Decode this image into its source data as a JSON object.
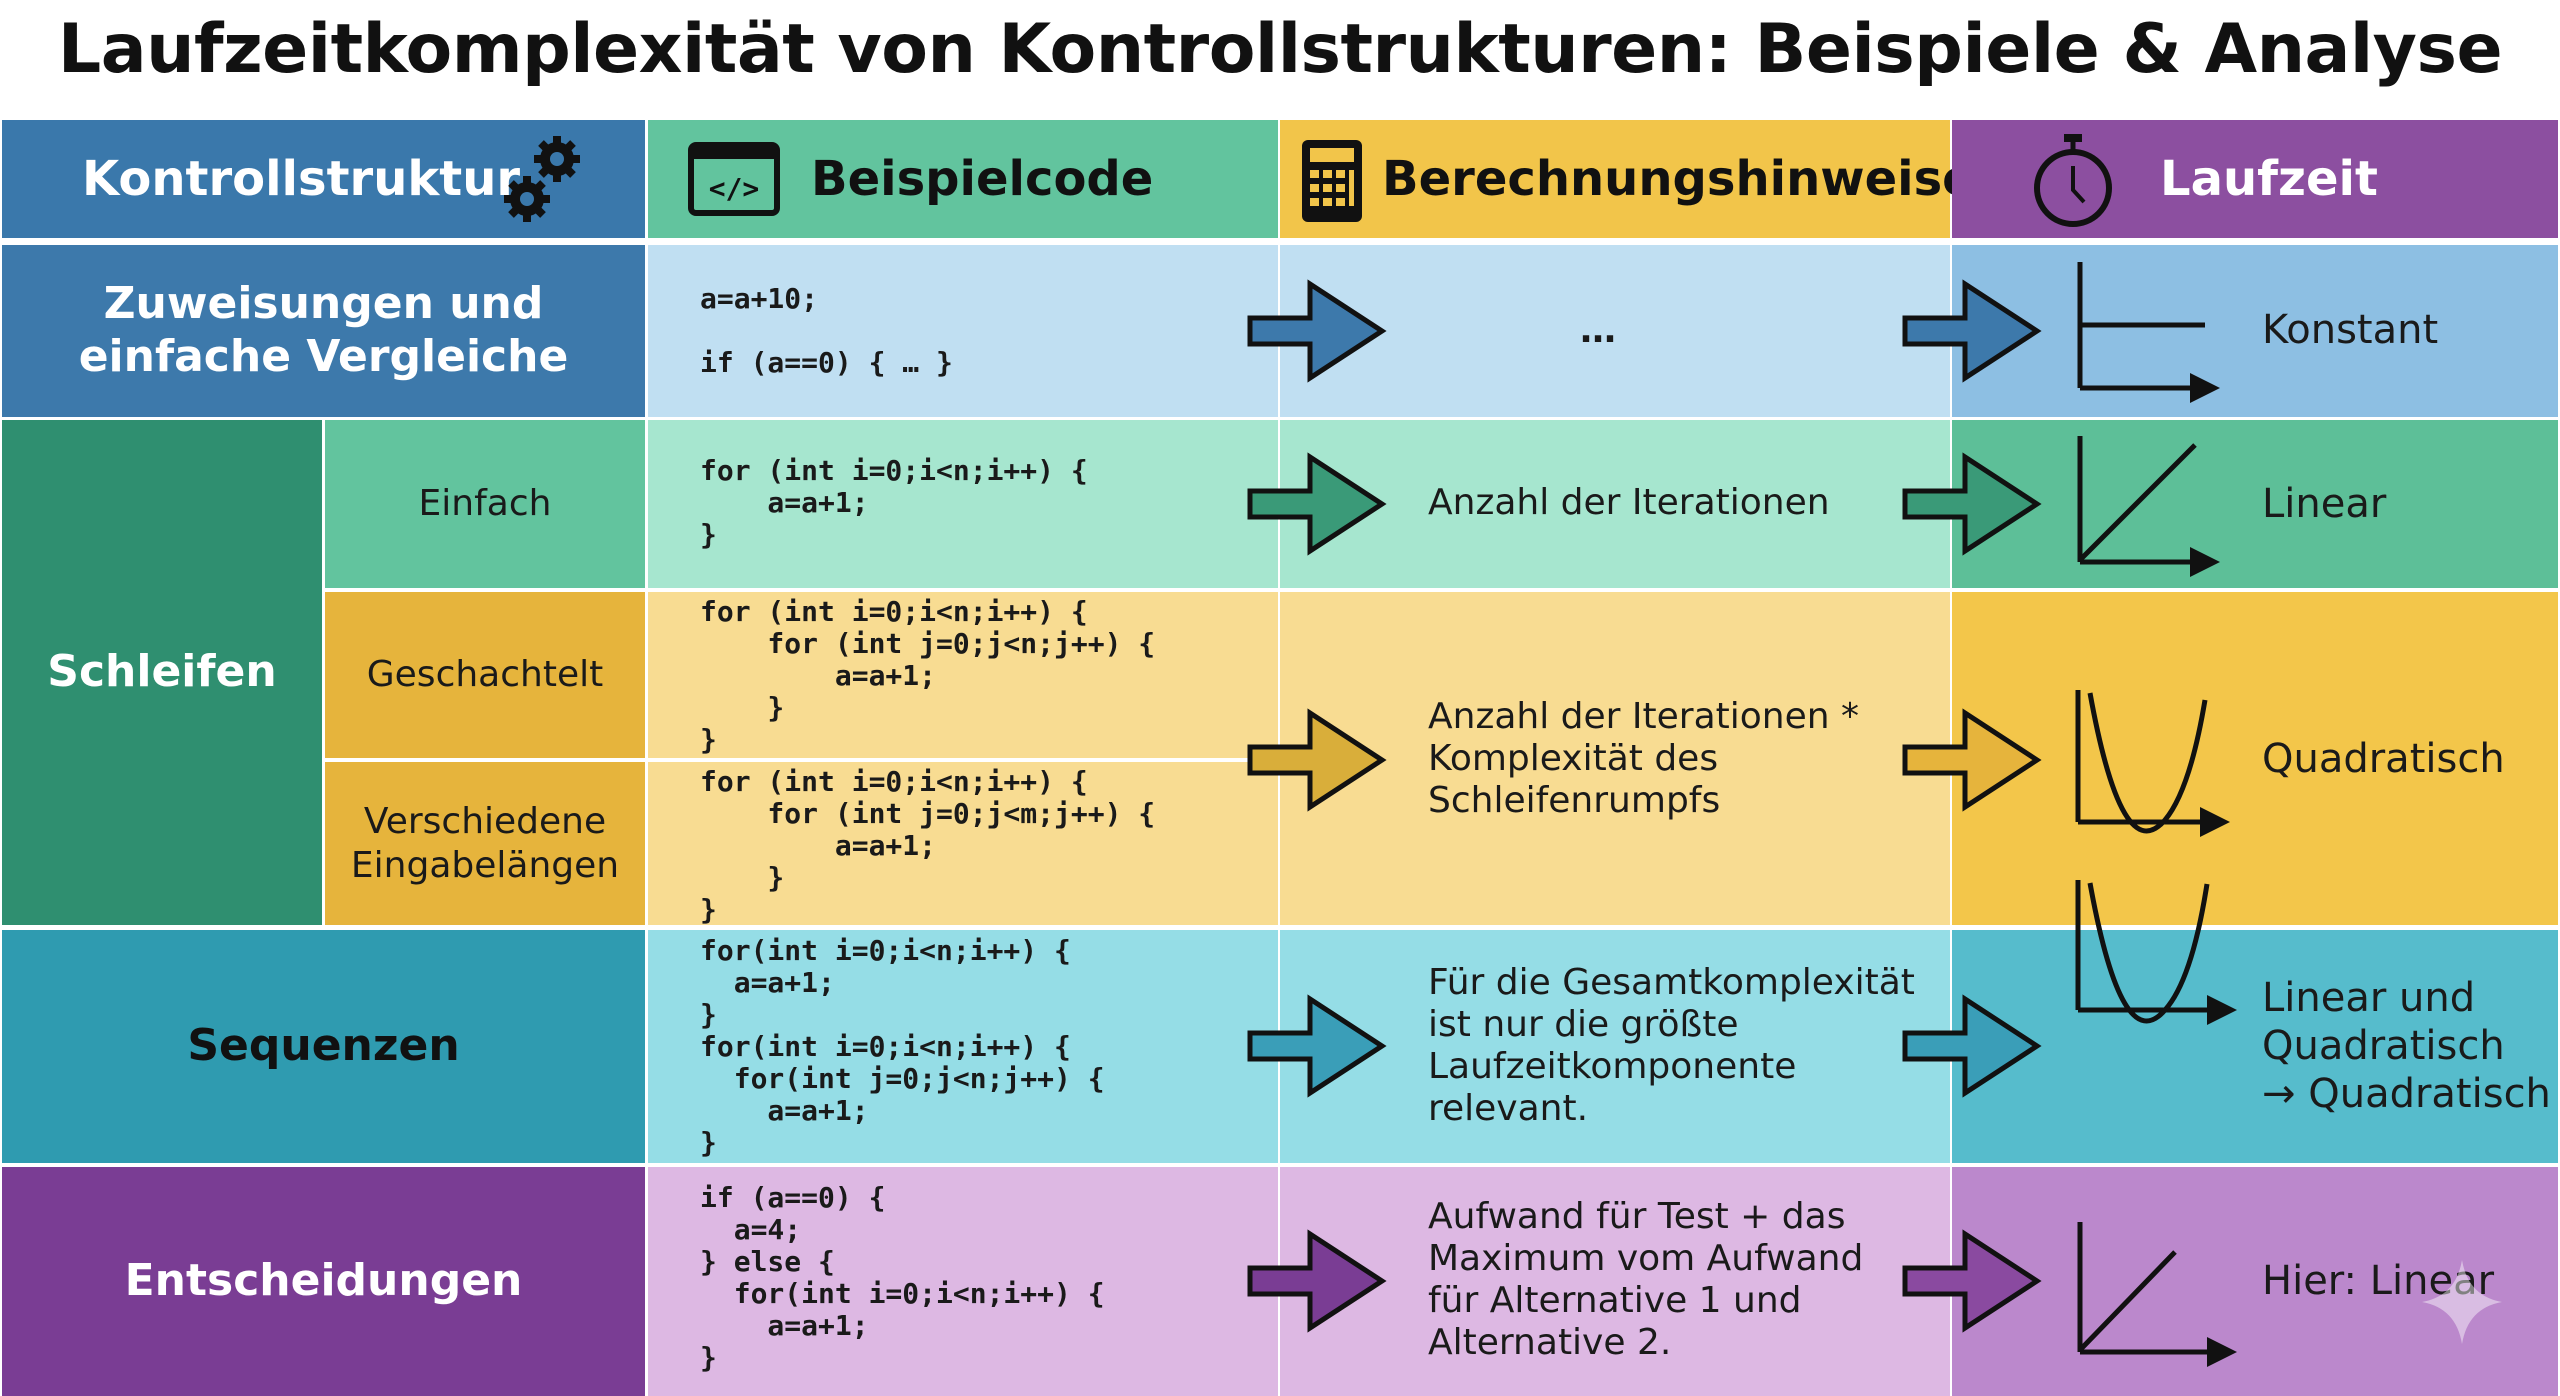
{
  "title": "Laufzeitkomplexität von Kontrollstrukturen: Beispiele & Analyse",
  "headers": {
    "kontrollstruktur": "Kontrollstruktur",
    "beispielcode": "Beispielcode",
    "berechnungshinweise": "Berechnungshinweise",
    "laufzeit": "Laufzeit"
  },
  "rows": {
    "zuweisungen": {
      "label": "Zuweisungen und einfache Vergleiche",
      "code": "a=a+10;\n\nif (a==0) { … }",
      "hint": "…",
      "runtime": "Konstant"
    },
    "schleifen": {
      "label": "Schleifen",
      "einfach": {
        "label": "Einfach",
        "code": "for (int i=0;i<n;i++) {\n    a=a+1;\n}",
        "hint": "Anzahl der Iterationen",
        "runtime": "Linear"
      },
      "geschachtelt": {
        "label": "Geschachtelt",
        "code": "for (int i=0;i<n;i++) {\n    for (int j=0;j<n;j++) {\n        a=a+1;\n    }\n}"
      },
      "verschiedene": {
        "label": "Verschiedene Eingabelängen",
        "code": "for (int i=0;i<n;i++) {\n    for (int j=0;j<m;j++) {\n        a=a+1;\n    }\n}"
      },
      "hint": "Anzahl der Iterationen *\nKomplexität des\nSchleifenrumpfs",
      "runtime": "Quadratisch"
    },
    "sequenzen": {
      "label": "Sequenzen",
      "code": "for(int i=0;i<n;i++) {\n  a=a+1;\n}\nfor(int i=0;i<n;i++) {\n  for(int j=0;j<n;j++) {\n    a=a+1;\n}",
      "hint": "Für die Gesamtkomplexität\nist nur die größte\nLaufzeitkomponente\nrelevant.",
      "runtime": "Linear und\nQuadratisch\n→ Quadratisch"
    },
    "entscheidungen": {
      "label": "Entscheidungen",
      "code": "if (a==0) {\n  a=4;\n} else {\n  for(int i=0;i<n;i++) {\n    a=a+1;\n}",
      "hint": "Aufwand für Test + das\nMaximum vom Aufwand\nfür Alternative 1 und\nAlternative 2.",
      "runtime": "Hier: Linear"
    }
  },
  "colors": {
    "blue": "#3a78ab",
    "green": "#62c49e",
    "yellow": "#f2c54a",
    "purple": "#8c4fa0",
    "teal": "#2f9bb0"
  }
}
